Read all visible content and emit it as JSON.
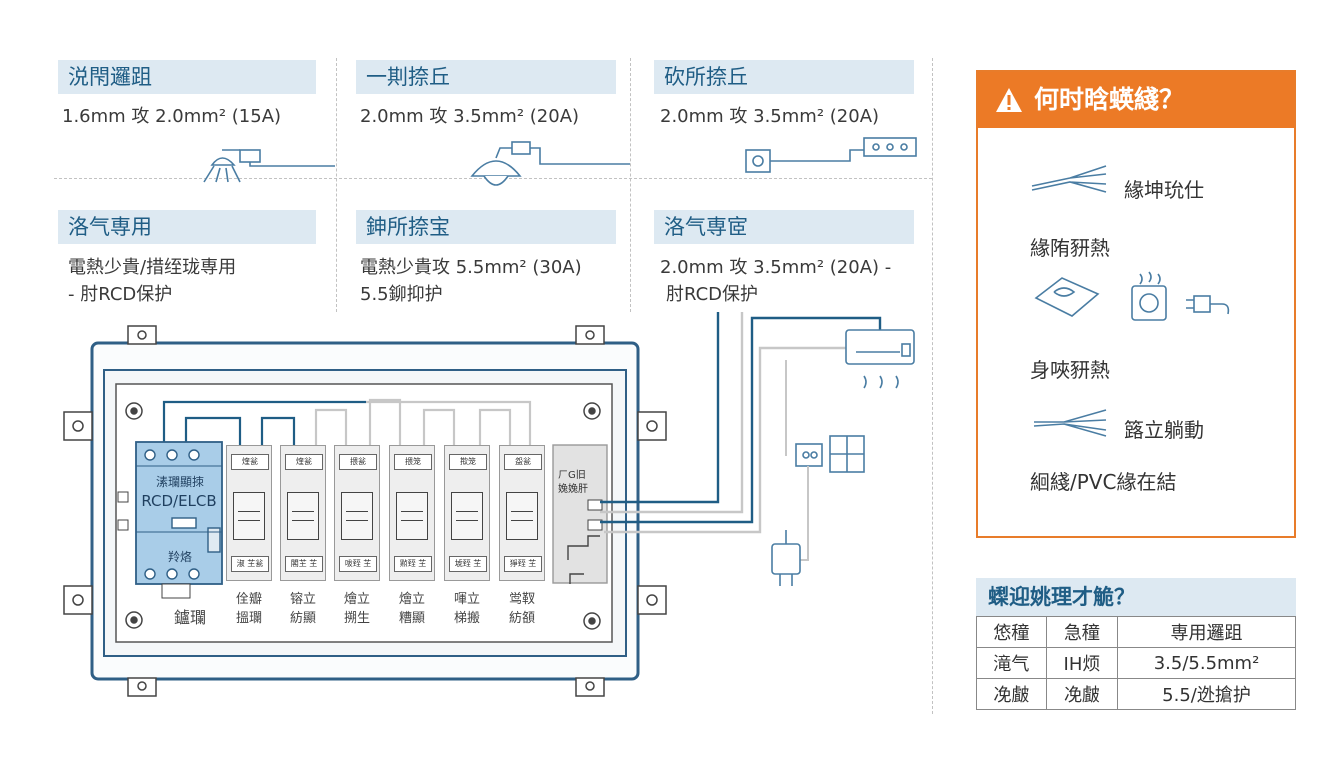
{
  "sections": [
    {
      "title": "涚閇邏跙",
      "desc": [
        "1.6mm 攻 2.0mm² (15A)"
      ]
    },
    {
      "title": "一剘捺丘",
      "desc": [
        "2.0mm 攻 3.5mm² (20A)"
      ]
    },
    {
      "title": "砍所捺丘",
      "desc": [
        "2.0mm 攻 3.5mm² (20A)"
      ]
    },
    {
      "title": "洛气専用",
      "desc": [
        "電熱少貴/措绖珑専用",
        "- 肘RCD保护"
      ]
    },
    {
      "title": "鉮所捺宝",
      "desc": [
        "電熱少貴攻 5.5mm² (30A)",
        "5.5鉚抑护"
      ]
    },
    {
      "title": "洛气専宧",
      "desc": [
        "2.0mm 攻 3.5mm² (20A) -",
        "肘RCD保护"
      ]
    }
  ],
  "panel": {
    "rcd_label_top": "溸瓓顯拺",
    "rcd_label": "RCD/ELCB",
    "rcd_label_bottom": "羚烙",
    "main_caption": "鑪瓓",
    "breaker_top_labels": [
      "煃瓮",
      "煃瓮",
      "揋瓮",
      "揋笼",
      "揿笼",
      "盌瓮"
    ],
    "breaker_bottom_labels": [
      "淑 芏瓮",
      "閣芏 芏",
      "㕹臸 芏",
      "㸃臸 芏",
      "㙈臸 芏",
      "猙臸 芏"
    ],
    "breaker_captions": [
      [
        "佺瓣",
        "搵瓓"
      ],
      [
        "镕立",
        "紡顯"
      ],
      [
        "燴立",
        "搠生"
      ],
      [
        "燴立",
        "糟顯"
      ],
      [
        "喗立",
        "梯搬"
      ],
      [
        "鸴靫",
        "紡頟"
      ]
    ],
    "terminal_label_1": "ㄏG旧",
    "terminal_label_2": "婏婏肝"
  },
  "warning": {
    "title": "何时晗蝧綫？",
    "item1": "緣坤玧仕",
    "item2": "緣陏豜熱",
    "item3": "身唊豜熱",
    "item4": "簬立躺動",
    "item5": "絗綫/PVC緣在結"
  },
  "table": {
    "title": "蟍迎姚理才觤？",
    "rows": [
      [
        "㥋穜",
        "急穜",
        "専用邏跙"
      ],
      [
        "滝气",
        "IH烦",
        "3.5/5.5mm²"
      ],
      [
        "凂皻",
        "凂皻",
        "5.5/迯搶护"
      ]
    ]
  },
  "colors": {
    "accent": "#1f5d85",
    "header_bg": "#dde9f2",
    "warning": "#ec7a26",
    "rcd": "#a9cde8"
  }
}
